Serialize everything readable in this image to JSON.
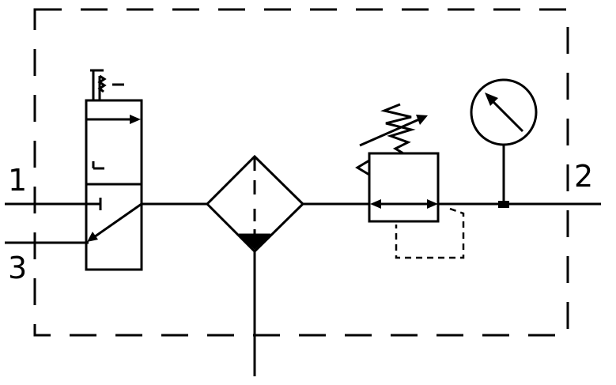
{
  "diagram": {
    "ports": {
      "port_1": "1",
      "port_2": "2",
      "port_3": "3"
    },
    "components": [
      "shutoff-valve",
      "filter-water-separator",
      "pressure-regulator",
      "pressure-gauge"
    ],
    "colors": {
      "stroke": "#000000",
      "background": "#ffffff"
    }
  }
}
